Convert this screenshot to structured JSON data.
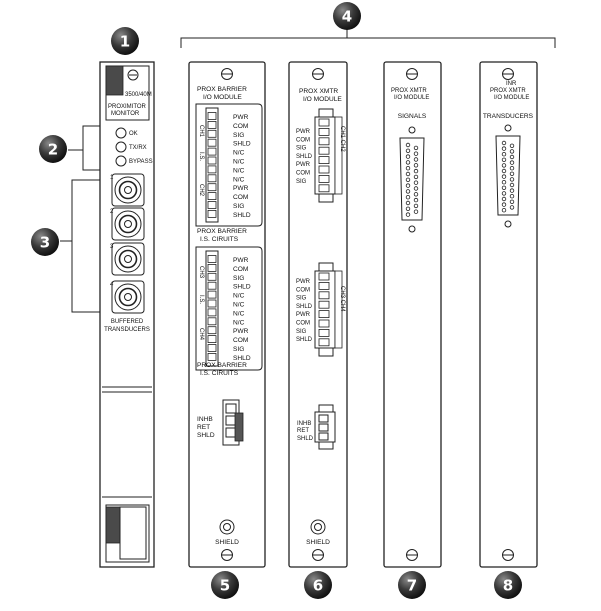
{
  "callouts": [
    "1",
    "2",
    "3",
    "4",
    "5",
    "6",
    "7",
    "8"
  ],
  "monitor": {
    "model": "3500/40M",
    "name_line1": "PROXIMITOR",
    "name_line2": "MONITOR",
    "leds": [
      "OK",
      "TX/RX",
      "BYPASS"
    ],
    "channels": [
      "1",
      "2",
      "3",
      "4"
    ],
    "buffered_line1": "BUFFERED",
    "buffered_line2": "TRANSDUCERS"
  },
  "barrier": {
    "title_line1": "PROX BARRIER",
    "title_line2": "I/O MODULE",
    "group1_pins": [
      "PWR",
      "COM",
      "SIG",
      "SHLD",
      "N/C",
      "N/C",
      "N/C",
      "N/C",
      "PWR",
      "COM",
      "SIG",
      "SHLD"
    ],
    "group1_side": [
      "CH1",
      "I.S.",
      "CH2"
    ],
    "mid_line1": "PROX BARRIER",
    "mid_line2": "I.S. CIRUITS",
    "group2_pins": [
      "PWR",
      "COM",
      "SIG",
      "SHLD",
      "N/C",
      "N/C",
      "N/C",
      "N/C",
      "PWR",
      "COM",
      "SIG",
      "SHLD"
    ],
    "group2_side": [
      "CH3",
      "I.S.",
      "CH4"
    ],
    "bottom_line1": "PROX BARRIER",
    "bottom_line2": "I.S. CIRUITS",
    "inhibit_pins": [
      "INHB",
      "RET",
      "SHLD"
    ],
    "shield": "SHIELD"
  },
  "xmtr_io": {
    "title_line1": "PROX XMTR",
    "title_line2": "I/O MODULE",
    "group1_pins": [
      "PWR",
      "COM",
      "SIG",
      "SHLD",
      "PWR",
      "COM",
      "SIG"
    ],
    "group1_side": "CH1 CH2",
    "group2_pins": [
      "PWR",
      "COM",
      "SIG",
      "SHLD",
      "PWR",
      "COM",
      "SIG",
      "SHLD"
    ],
    "group2_side": "CH3 CH4",
    "inhibit_pins": [
      "INHB",
      "RET",
      "SHLD"
    ],
    "shield": "SHIELD"
  },
  "signals_io": {
    "title_line1": "PROX XMTR",
    "title_line2": "I/O MODULE",
    "label": "SIGNALS"
  },
  "transducers_io": {
    "title_line1": "INR",
    "title_line2": "PROX XMTR",
    "title_line3": "I/O MODULE",
    "label": "TRANSDUCERS"
  }
}
